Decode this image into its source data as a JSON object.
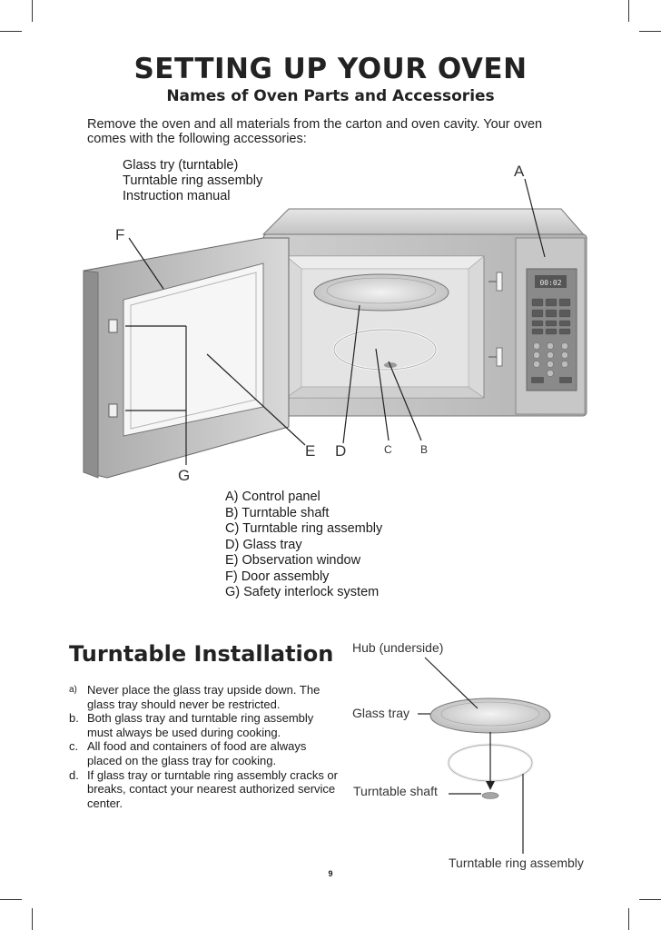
{
  "header": {
    "title": "SETTING UP YOUR OVEN",
    "subtitle": "Names of Oven Parts and Accessories"
  },
  "intro": "Remove the oven and all materials from the carton and oven cavity. Your oven comes with the following accessories:",
  "accessories": [
    "Glass try (turntable)",
    "Turntable ring assembly",
    "Instruction manual"
  ],
  "diagram_letters": {
    "a": "A",
    "b": "B",
    "c": "C",
    "d": "D",
    "e": "E",
    "f": "F",
    "g": "G"
  },
  "control_panel": {
    "display": "00:02"
  },
  "parts_legend": [
    "A) Control panel",
    "B) Turntable shaft",
    "C) Turntable ring assembly",
    "D) Glass tray",
    "E) Observation window",
    "F) Door assembly",
    "G) Safety interlock system"
  ],
  "turntable": {
    "heading": "Turntable Installation",
    "steps": [
      {
        "marker": "a)",
        "text": "Never place the glass tray upside down. The glass tray should never be restricted."
      },
      {
        "marker": "b.",
        "text": "Both glass tray and turntable ring assembly must always be used during cooking."
      },
      {
        "marker": "c.",
        "text": "All food and containers of food are always placed on the glass tray for cooking."
      },
      {
        "marker": "d.",
        "text": "If glass tray or turntable ring assembly cracks or breaks, contact your nearest authorized service center."
      }
    ],
    "labels": {
      "hub": "Hub (underside)",
      "glass_tray": "Glass tray",
      "shaft": "Turntable shaft",
      "ring": "Turntable ring assembly"
    }
  },
  "page_number": "9"
}
